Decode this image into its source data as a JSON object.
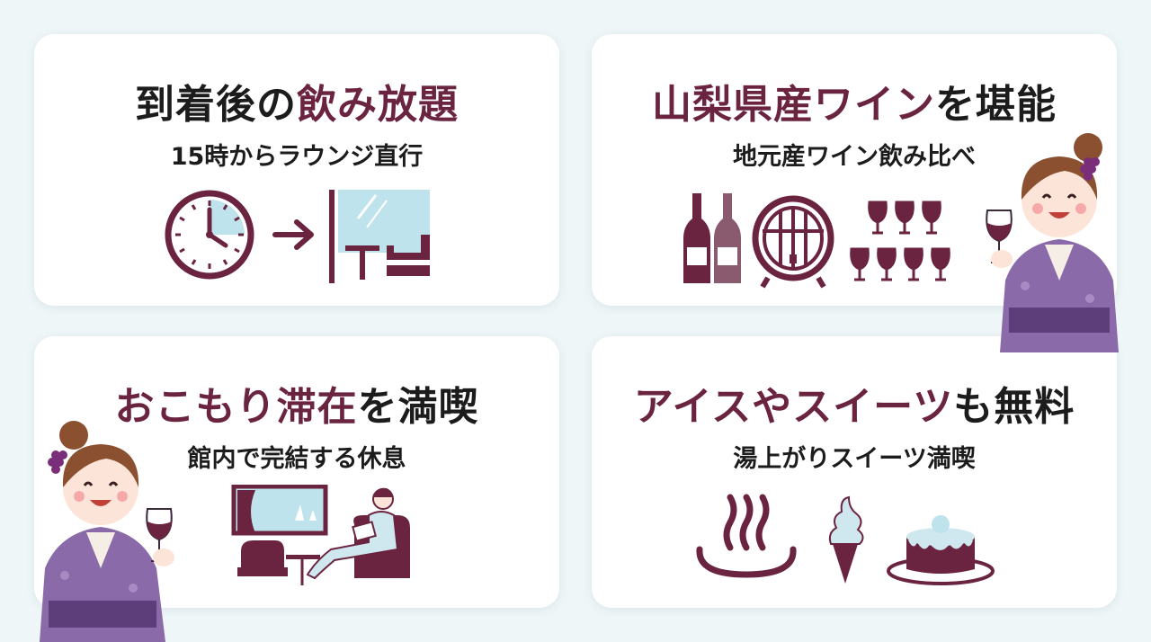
{
  "cards": [
    {
      "title_plain": "到着後の",
      "title_highlight": "飲み放題",
      "subtitle": "15時からラウンジ直行",
      "icons": [
        "clock-icon",
        "arrow-right-icon",
        "lounge-icon"
      ]
    },
    {
      "title_highlight": "山梨県産ワイン",
      "title_plain": "を堪能",
      "subtitle": "地元産ワイン飲み比べ",
      "icons": [
        "wine-bottle-icon",
        "wine-barrel-icon",
        "wine-glasses-icon"
      ]
    },
    {
      "title_highlight": "おこもり滞在",
      "title_plain": "を満喫",
      "subtitle": "館内で完結する休息",
      "icons": [
        "reading-room-icon"
      ]
    },
    {
      "title_highlight": "アイスやスイーツ",
      "title_plain": "も無料",
      "subtitle": "湯上がりスイーツ満喫",
      "icons": [
        "hot-spring-icon",
        "soft-serve-icon",
        "cake-icon"
      ]
    }
  ],
  "colors": {
    "accent": "#6b2440",
    "text": "#1c1c1c",
    "background": "#eef6f8",
    "card": "#ffffff",
    "light_blue": "#bfe3ec",
    "kimono": "#8a6aa8"
  }
}
